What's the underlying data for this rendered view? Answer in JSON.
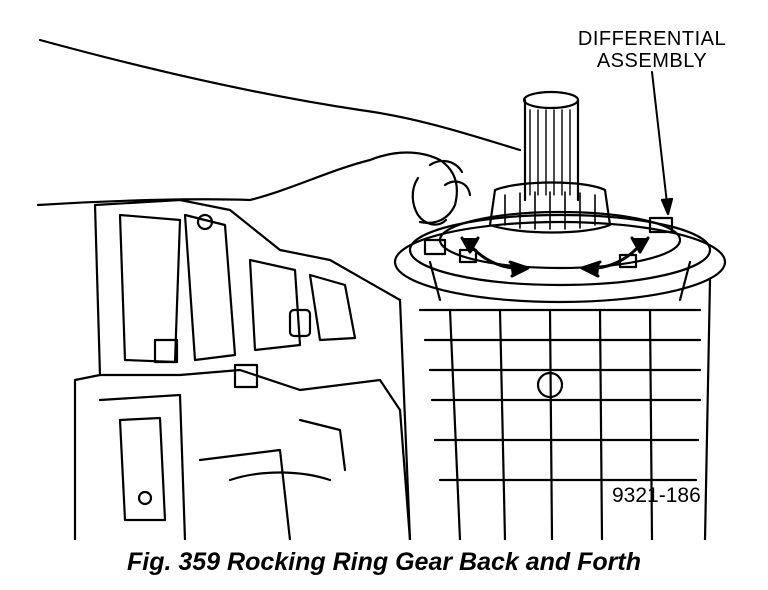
{
  "callout": {
    "line1": "DIFFERENTIAL",
    "line2": "ASSEMBLY"
  },
  "figure_number": "9321-186",
  "caption": "Fig. 359 Rocking Ring Gear Back and Forth",
  "icons": {
    "rocking_arrows": "double-curved-arrow-icon"
  }
}
